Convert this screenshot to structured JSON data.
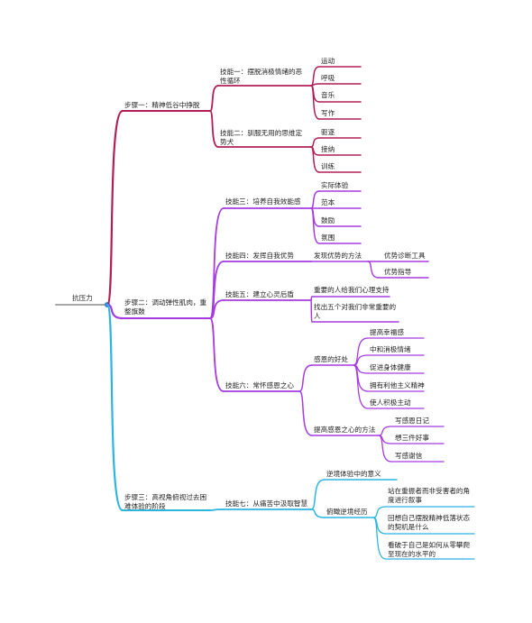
{
  "root": {
    "label": "抗压力"
  },
  "colors": {
    "root": "#a7a7a7",
    "step1": "#b21e57",
    "step2": "#a53be0",
    "step3": "#2cb5e2",
    "dot": "#2e86de"
  },
  "step1": {
    "label": "步骤一：精神低谷中挣脱",
    "skill1": {
      "label": "技能一：摆脱消极情绪的恶性循环",
      "items": [
        "运动",
        "呼吸",
        "音乐",
        "写作"
      ]
    },
    "skill2": {
      "label": "技能二：驯服无用的思维定势犬",
      "items": [
        "驱逐",
        "接纳",
        "训练"
      ]
    }
  },
  "step2": {
    "label": "步骤二：调动弹性肌肉，重整旗鼓",
    "skill3": {
      "label": "技能三：培养自我效能感",
      "items": [
        "实际体验",
        "范本",
        "鼓励",
        "氛围"
      ]
    },
    "skill4": {
      "label": "技能四：发挥自我优势",
      "method": "发现优势的方法",
      "items": [
        "优势诊断工具",
        "优势指导"
      ]
    },
    "skill5": {
      "label": "技能五：建立心灵后盾",
      "items": [
        "重要的人给我们心理支持",
        "找出五个对我们非常重要的人"
      ]
    },
    "skill6": {
      "label": "技能六：常怀感恩之心",
      "benefits": {
        "label": "感恩的好处",
        "items": [
          "提高幸福感",
          "中和消极情绪",
          "促进身体健康",
          "拥有利他主义精神",
          "使人积极主动"
        ]
      },
      "methods": {
        "label": "提高感恩之心的方法",
        "items": [
          "写感恩日记",
          "想三件好事",
          "写感谢信"
        ]
      }
    }
  },
  "step3": {
    "label": "步骤三：高视角俯视过去困难体验的阶段",
    "skill7": {
      "label": "技能七：从痛苦中汲取智慧",
      "meaning": "逆境体验中的意义",
      "overlook": {
        "label": "俯瞰逆境经历",
        "items": [
          "站在重振者而非受害者的角度进行叙事",
          "回想自己摆脱精神低落状态的契机是什么",
          "看破于自己是如何从零攀爬至现在的水平的"
        ]
      }
    }
  }
}
